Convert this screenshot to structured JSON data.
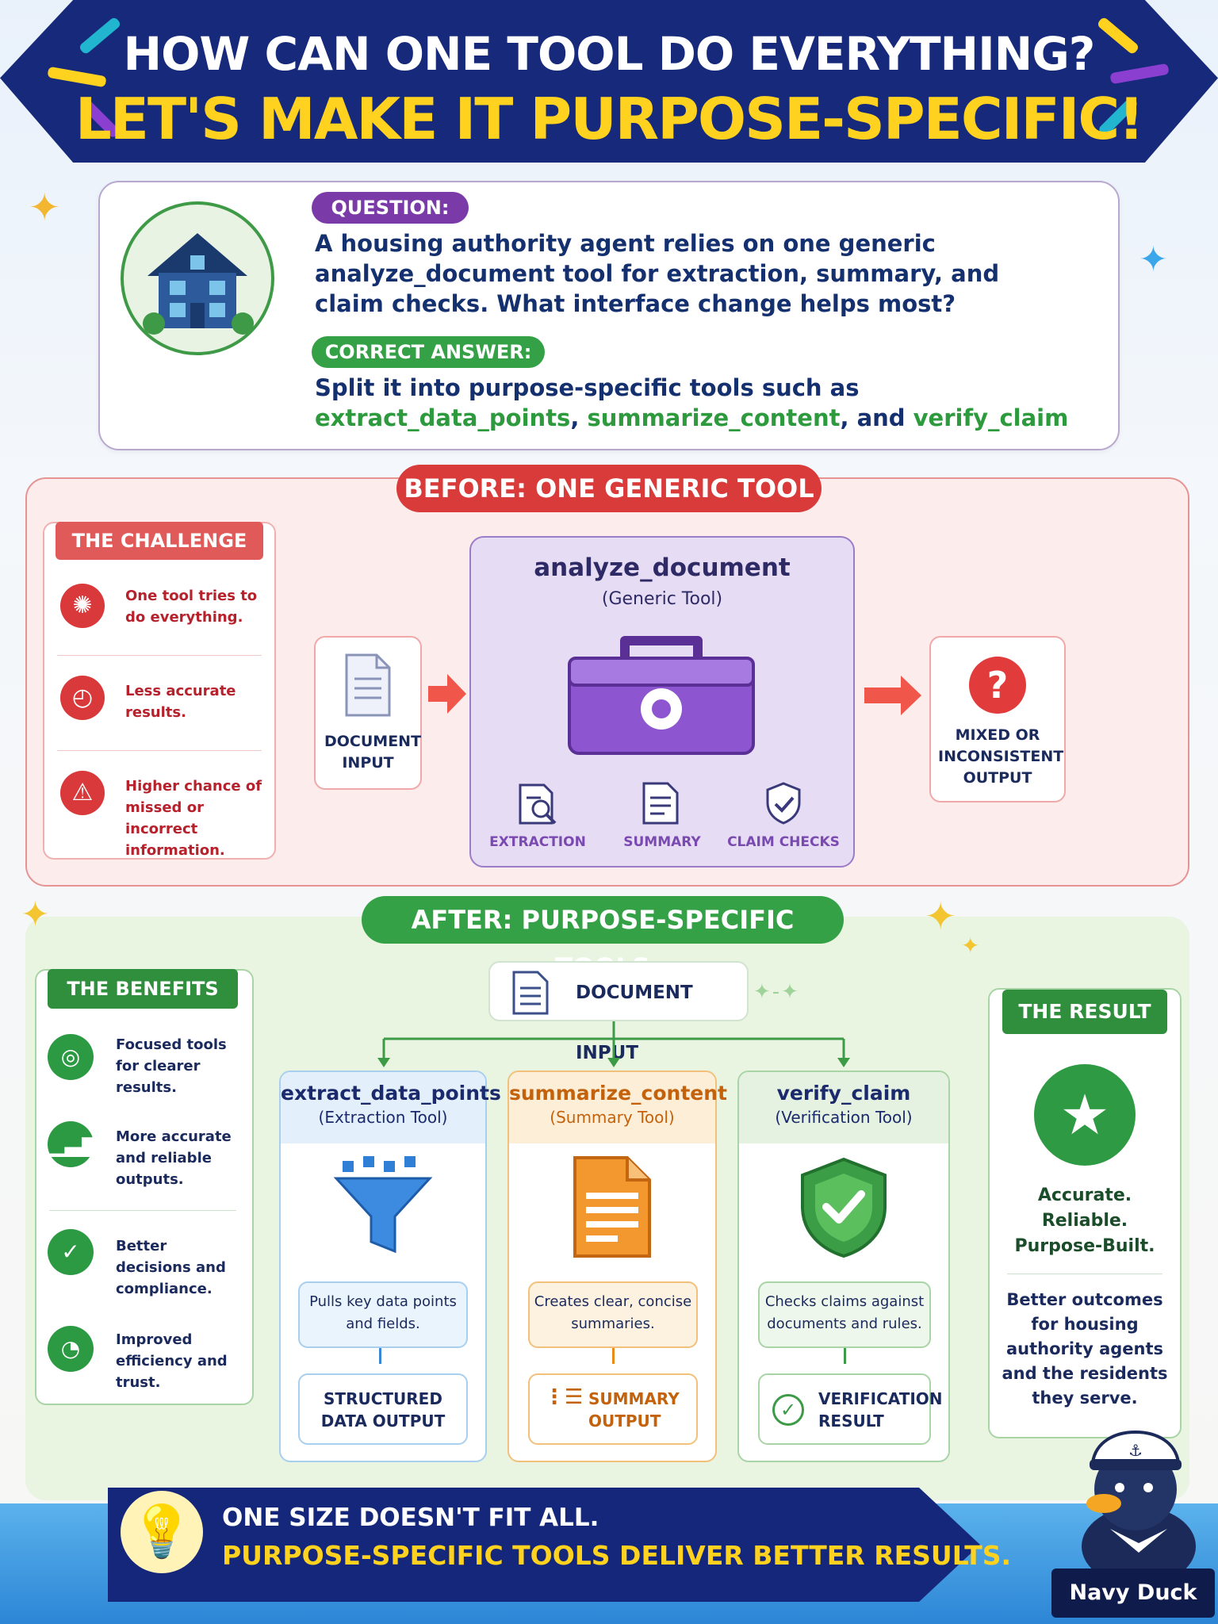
{
  "header": {
    "line1": "HOW CAN ONE TOOL DO EVERYTHING?",
    "line2": "LET'S MAKE IT PURPOSE-SPECIFIC!"
  },
  "question": {
    "label": "QUESTION:",
    "text": "A housing authority agent relies on one generic analyze_document tool for extraction, summary, and claim checks. What interface change helps most?",
    "answer_label": "CORRECT ANSWER:",
    "answer_prefix": "Split it into purpose-specific tools such as",
    "tool1": "extract_data_points",
    "sep1": ", ",
    "tool2": "summarize_content",
    "sep2": ", and ",
    "tool3": "verify_claim"
  },
  "before": {
    "title": "BEFORE: ONE GENERIC TOOL",
    "challenge_title": "THE CHALLENGE",
    "challenges": [
      {
        "icon": "tangled-icon",
        "text": "One tool tries to do everything."
      },
      {
        "icon": "clock-icon",
        "text": "Less accurate results."
      },
      {
        "icon": "warning-icon",
        "text": "Higher chance of missed or incorrect information."
      }
    ],
    "doc_input": "DOCUMENT INPUT",
    "tool_name": "analyze_document",
    "tool_sub": "(Generic Tool)",
    "subtools": [
      "EXTRACTION",
      "SUMMARY",
      "CLAIM CHECKS"
    ],
    "output": "MIXED OR INCONSISTENT OUTPUT"
  },
  "after": {
    "title": "AFTER: PURPOSE-SPECIFIC TOOLS",
    "benefits_title": "THE BENEFITS",
    "benefits": [
      {
        "icon": "target-icon",
        "text": "Focused tools for clearer results."
      },
      {
        "icon": "chart-icon",
        "text": "More accurate and reliable outputs."
      },
      {
        "icon": "shield-check-icon",
        "text": "Better decisions and compliance."
      },
      {
        "icon": "speedometer-icon",
        "text": "Improved efficiency and trust."
      }
    ],
    "doc_input": "DOCUMENT INPUT",
    "tools": [
      {
        "name": "extract_data_points",
        "sub": "(Extraction Tool)",
        "desc": "Pulls key data points and fields.",
        "output": "STRUCTURED DATA OUTPUT"
      },
      {
        "name": "summarize_content",
        "sub": "(Summary Tool)",
        "desc": "Creates clear, concise summaries.",
        "output": "SUMMARY OUTPUT"
      },
      {
        "name": "verify_claim",
        "sub": "(Verification Tool)",
        "desc": "Checks claims against documents and rules.",
        "output": "VERIFICATION RESULT"
      }
    ],
    "result_title": "THE RESULT",
    "result_tagline": "Accurate. Reliable. Purpose-Built.",
    "result_text": "Better outcomes for housing authority agents and the residents they serve."
  },
  "footer": {
    "line1": "ONE SIZE DOESN'T FIT ALL.",
    "line2": "PURPOSE-SPECIFIC TOOLS DELIVER BETTER RESULTS.",
    "badge": "Navy Duck"
  },
  "colors": {
    "navy": "#14277a",
    "yellow": "#ffd21f",
    "red": "#d93a3a",
    "green": "#35a146",
    "purple": "#7a4ab0",
    "blue": "#3a86d6",
    "orange": "#e88a1c"
  }
}
